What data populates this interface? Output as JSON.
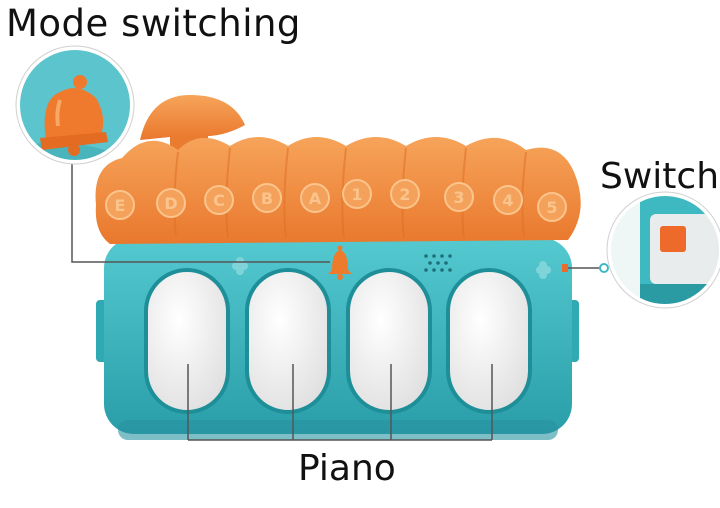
{
  "labels": {
    "mode_switching": "Mode switching",
    "switch": "Switch",
    "piano": "Piano"
  },
  "roof_letters": [
    "E",
    "D",
    "C",
    "B",
    "A",
    "1",
    "2",
    "3",
    "4",
    "5"
  ],
  "colors": {
    "roof": "#f08a3a",
    "roof_light": "#f7a75c",
    "body": "#3fb9c1",
    "body_dark": "#2a9aa3",
    "key": "#f5f5f5",
    "switch_button": "#ee6a2a"
  },
  "icons": [
    "bell-icon",
    "speaker-grille-icon",
    "flower-icon"
  ]
}
